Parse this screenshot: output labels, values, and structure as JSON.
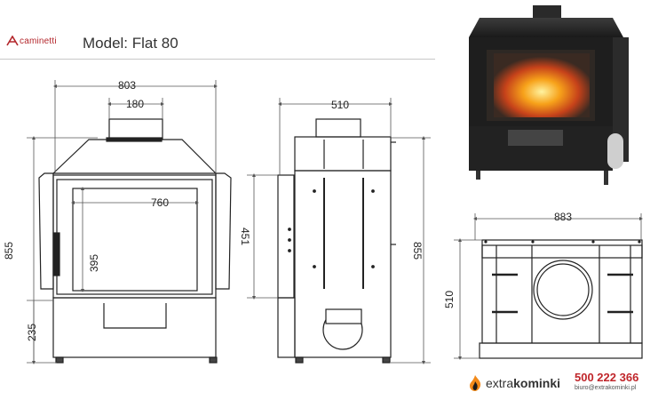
{
  "header": {
    "brand": "caminetti",
    "model_title": "Model: Flat 80"
  },
  "front_view": {
    "width": "803",
    "chimney": "180",
    "glass_width": "760",
    "glass_height": "395",
    "total_height": "855",
    "base_height": "235"
  },
  "side_view": {
    "depth": "510",
    "height_upper": "451",
    "total_height": "855"
  },
  "top_view": {
    "width": "883",
    "depth": "510"
  },
  "footer": {
    "logo_regular": "extra",
    "logo_bold": "kominki",
    "phone": "500 222 366",
    "email": "biuro@extrakominki.pl"
  },
  "colors": {
    "brand_red": "#b3262b",
    "phone_red": "#c0262b"
  }
}
